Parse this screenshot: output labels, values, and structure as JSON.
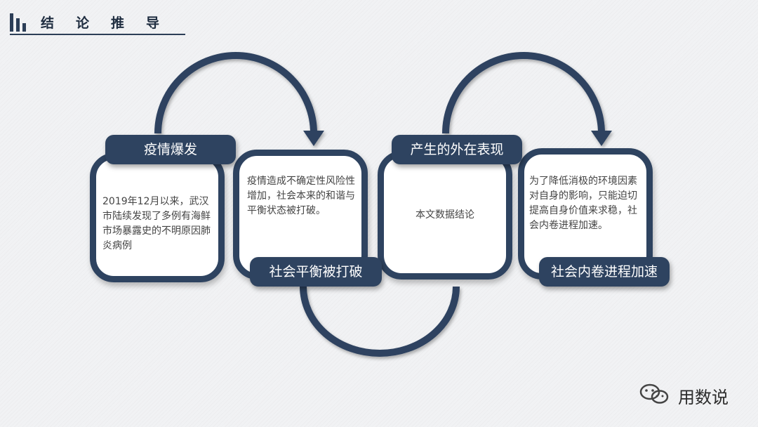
{
  "header": {
    "title": "结论推导"
  },
  "steps": [
    {
      "label": "疫情爆发",
      "text": "2019年12月以来，武汉市陆续发现了多例有海鲜市场暴露史的不明原因肺炎病例"
    },
    {
      "label": "社会平衡被打破",
      "text": "疫情造成不确定性风险性增加，社会本来的和谐与平衡状态被打破。"
    },
    {
      "label": "产生的外在表现",
      "text": "本文数据结论"
    },
    {
      "label": "社会内卷进程加速",
      "text": "为了降低消极的环境因素对自身的影响，只能迫切提高自身价值来求稳，社会内卷进程加速。"
    }
  ],
  "watermark": {
    "text": "用数说",
    "icon": "wechat-icon"
  },
  "colors": {
    "navy": "#2e4360",
    "background": "#f1f2f4"
  }
}
